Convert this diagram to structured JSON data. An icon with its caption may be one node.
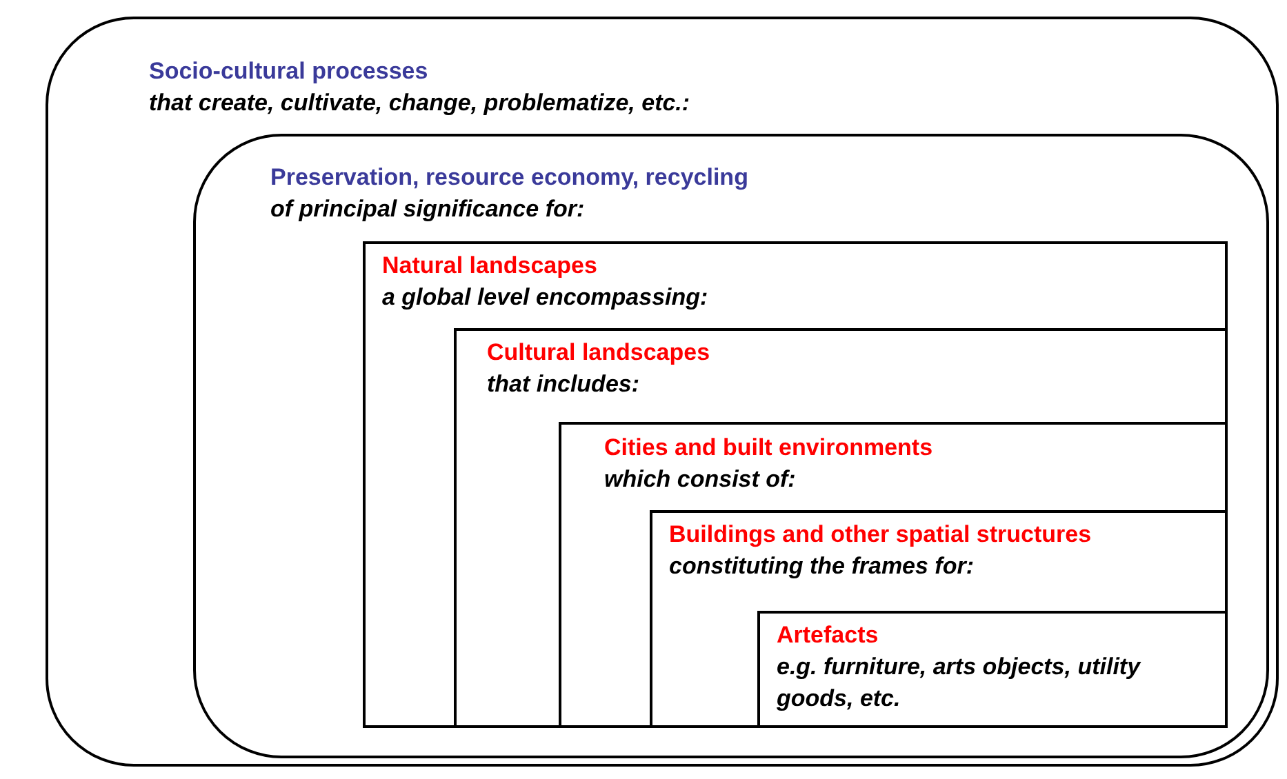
{
  "diagram": {
    "nodes": [
      {
        "text": [
          "Socio-cultural processes",
          "that create, cultivate, change, problematize, etc.:"
        ]
      },
      {
        "text": [
          "Preservation, resource economy, recycling",
          "of principal significance for:"
        ],
        "in": 0
      },
      {
        "text": [
          "Natural landscapes",
          "a global level encompassing:"
        ],
        "in": 1
      },
      {
        "text": [
          "Cultural landscapes",
          "that includes:"
        ],
        "in": 2
      },
      {
        "text": [
          "Cities and built environments",
          "which consist of:"
        ],
        "in": 3
      },
      {
        "text": [
          "Buildings and other spatial structures",
          "constituting the frames for:"
        ],
        "in": 4
      },
      {
        "text": [
          "Artefacts",
          "e.g. furniture, arts objects, utility goods, etc."
        ],
        "in": 5
      }
    ]
  }
}
